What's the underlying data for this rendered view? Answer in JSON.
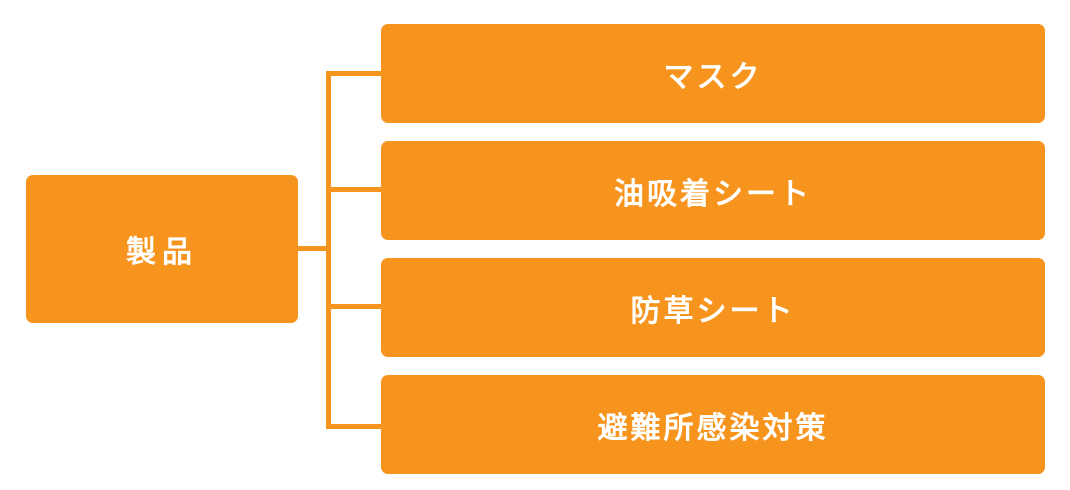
{
  "diagram": {
    "root": {
      "label": "製品"
    },
    "children": [
      {
        "label": "マスク"
      },
      {
        "label": "油吸着シート"
      },
      {
        "label": "防草シート"
      },
      {
        "label": "避難所感染対策"
      }
    ]
  },
  "colors": {
    "box_fill": "#f7941d",
    "connector": "#f7941d",
    "text": "#ffffff",
    "background": "#ffffff"
  }
}
